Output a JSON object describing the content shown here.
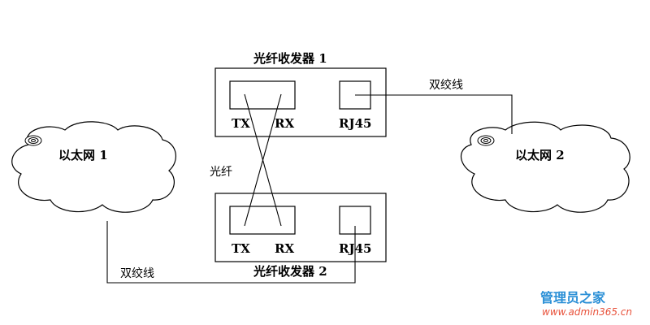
{
  "transceiver_1": {
    "title": "光纤收发器 1",
    "tx_label": "TX",
    "rx_label": "RX",
    "rj45_label": "RJ45"
  },
  "transceiver_2": {
    "title": "光纤收发器 2",
    "tx_label": "TX",
    "rx_label": "RX",
    "rj45_label": "RJ45"
  },
  "ethernet_1": {
    "label": "以太网 1"
  },
  "ethernet_2": {
    "label": "以太网 2"
  },
  "links": {
    "fiber_label": "光纤",
    "twisted_pair_top_label": "双绞线",
    "twisted_pair_bottom_label": "双绞线"
  },
  "watermark": {
    "site_name": "管理员之家",
    "url": "www.admin365.cn"
  },
  "colors": {
    "line": "#000000",
    "watermark_primary": "#2a8fd6",
    "watermark_accent": "#e8513a"
  }
}
